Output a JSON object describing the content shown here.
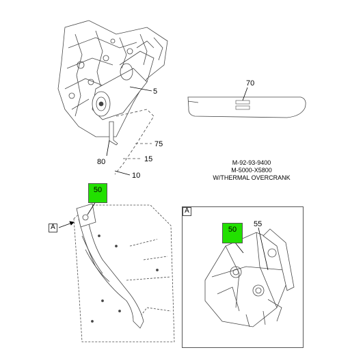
{
  "callouts": {
    "c70": "70",
    "c5": "5",
    "c75": "75",
    "c15": "15",
    "c80": "80",
    "c10": "10",
    "c55": "55"
  },
  "notes": {
    "line1": "M-92-93-9400",
    "line2": "M-5000-X5800",
    "line3": "W/THERMAL OVERCRANK"
  },
  "highlight": {
    "main_label": "50",
    "detail_label": "50",
    "color": "#22e000"
  },
  "detail_refs": {
    "pointer_label": "A",
    "frame_label": "A"
  }
}
